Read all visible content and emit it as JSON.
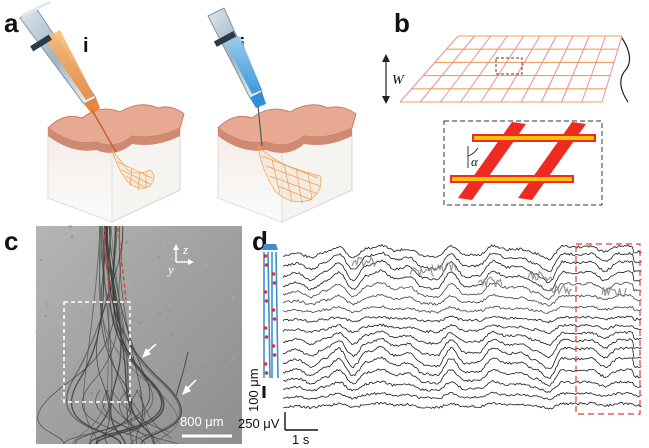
{
  "panels": {
    "a": {
      "label": "a",
      "sub_i": "i",
      "sub_ii": "ii"
    },
    "b": {
      "label": "b",
      "width_symbol": "W",
      "angle_symbol": "α"
    },
    "c": {
      "label": "c",
      "axis_z": "z",
      "axis_y": "y",
      "scale_bar": "800 μm"
    },
    "d": {
      "label": "d",
      "scale_v": "250 μV",
      "scale_t": "1 s",
      "scale_pos": "100 μm",
      "trace_count": 17
    }
  },
  "colors": {
    "skin": "#e8a992",
    "skin_dark": "#c97b66",
    "tissue": "#f1f0ec",
    "mesh_orange": "#f0a050",
    "mesh_pink": "#f08aa0",
    "electrode_red": "#ee2a22",
    "electrode_yellow": "#f6c400",
    "micrograph_bg": "#9c9f9c",
    "probe_blue": "#3a8fd0",
    "syringe_blue": "#2f8fd8",
    "trace": "#1a1a1a",
    "trace_highlight": "#8a8a8a",
    "dash_red": "#e0403a"
  }
}
